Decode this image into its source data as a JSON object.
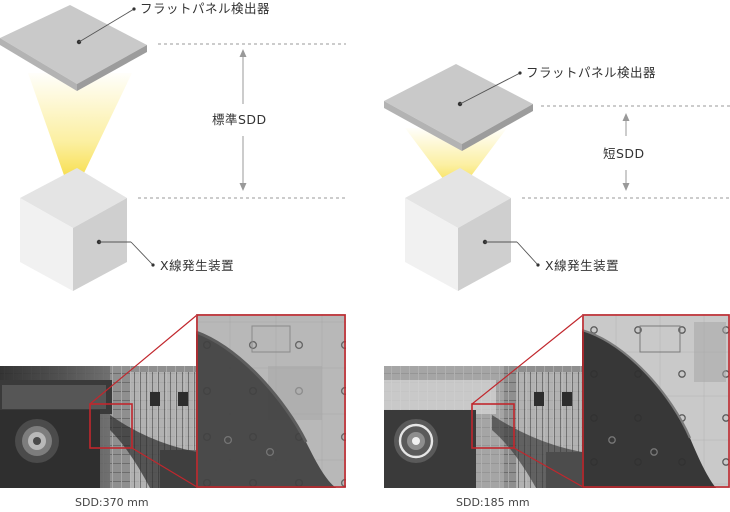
{
  "panels": [
    {
      "detector_label": "フラットパネル検出器",
      "sdd_label": "標準SDD",
      "source_label": "X線発生装置",
      "caption": "SDD:370 mm"
    },
    {
      "detector_label": "フラットパネル検出器",
      "sdd_label": "短SDD",
      "source_label": "X線発生装置",
      "caption": "SDD:185 mm"
    }
  ],
  "colors": {
    "beam": "#f7dc2e",
    "zoom_frame": "#c1272d",
    "dashed_line": "#9a9a9a",
    "arrow": "#999999",
    "cube_top": "#e4e4e4",
    "cube_left": "#f1f1f1",
    "cube_right": "#cfcfcf"
  }
}
